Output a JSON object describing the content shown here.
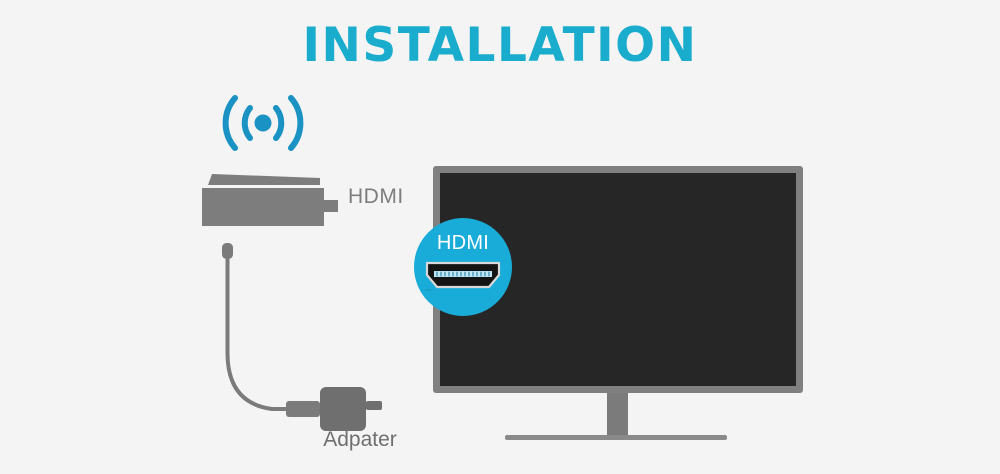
{
  "page": {
    "title": "INSTALLATION",
    "background_color": "#f4f4f4"
  },
  "colors": {
    "accent_cyan": "#1aaccd",
    "callout_cyan": "#1aacd8",
    "device_gray": "#7d7d7d",
    "tv_bezel_gray": "#808080",
    "tv_screen_dark": "#262626",
    "label_gray": "#6f6f6f",
    "port_black": "#141414",
    "port_slot_light": "#bfe6f5"
  },
  "diagram": {
    "wireless_icon": {
      "name": "wireless-signal-icon",
      "color": "#1a93c4",
      "arcs_per_side": 2
    },
    "dongle": {
      "label": "HDMI",
      "color": "#7d7d7d"
    },
    "cable": {
      "name": "power-cable",
      "color": "#7b7b7b"
    },
    "adapter": {
      "label": "Adpater",
      "color": "#6f6f6f"
    },
    "television": {
      "name": "tv-monitor",
      "bezel_color": "#808080",
      "screen_color": "#262626"
    },
    "hdmi_callout": {
      "label": "HDMI",
      "circle_color": "#1aacd8",
      "text_color": "#ffffff"
    }
  }
}
